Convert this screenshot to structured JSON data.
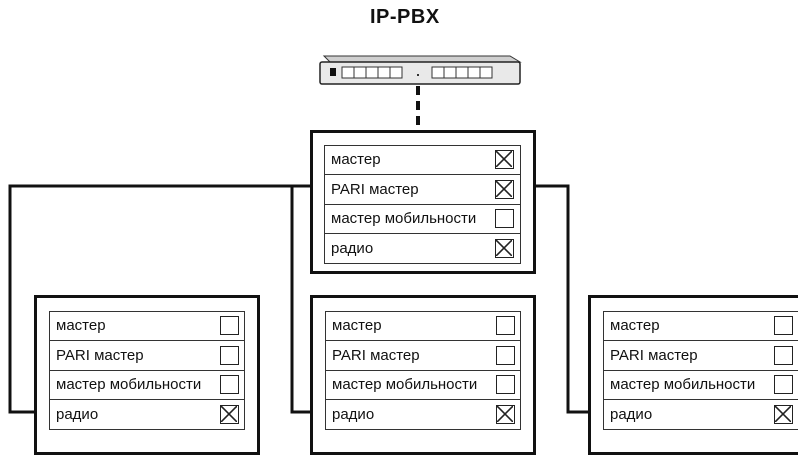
{
  "title": "IP-PBX",
  "nodes": [
    {
      "id": "top",
      "rows": [
        {
          "label": "мастер",
          "checked": true
        },
        {
          "label": "PARI мастер",
          "checked": true
        },
        {
          "label": "мастер мобильности",
          "checked": false
        },
        {
          "label": "радио",
          "checked": true
        }
      ]
    },
    {
      "id": "left",
      "rows": [
        {
          "label": "мастер",
          "checked": false
        },
        {
          "label": "PARI мастер",
          "checked": false
        },
        {
          "label": "мастер мобильности",
          "checked": false
        },
        {
          "label": "радио",
          "checked": true
        }
      ]
    },
    {
      "id": "middle",
      "rows": [
        {
          "label": "мастер",
          "checked": false
        },
        {
          "label": "PARI мастер",
          "checked": false
        },
        {
          "label": "мастер мобильности",
          "checked": false
        },
        {
          "label": "радио",
          "checked": true
        }
      ]
    },
    {
      "id": "right",
      "rows": [
        {
          "label": "мастер",
          "checked": false
        },
        {
          "label": "PARI мастер",
          "checked": false
        },
        {
          "label": "мастер мобильности",
          "checked": false
        },
        {
          "label": "радио",
          "checked": true
        }
      ]
    }
  ]
}
